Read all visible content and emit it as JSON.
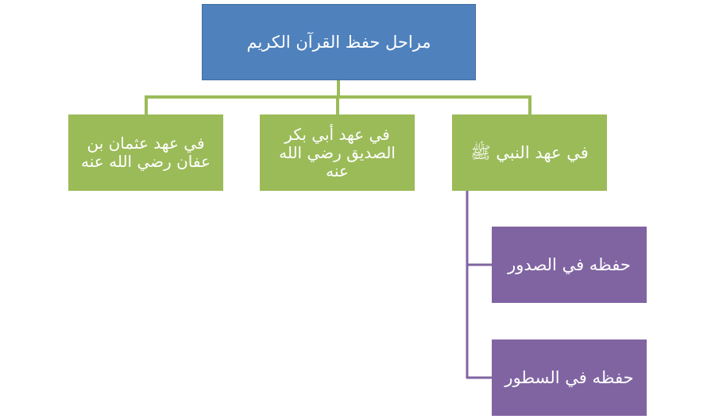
{
  "diagram": {
    "root": {
      "label": "مراحل حفظ القرآن الكريم",
      "color": "#4f81bd"
    },
    "stages": [
      {
        "label": "في عهد النبي ﷺ",
        "color": "#9bbb59"
      },
      {
        "label": "في عهد أبي بكر الصديق رضي الله عنه",
        "color": "#9bbb59"
      },
      {
        "label": "في عهد عثمان بن عفان رضي الله عنه",
        "color": "#9bbb59"
      }
    ],
    "prophet_stage_children": [
      {
        "label": "حفظه في الصدور",
        "color": "#8064a2"
      },
      {
        "label": "حفظه في السطور",
        "color": "#8064a2"
      }
    ],
    "connector_colors": {
      "level1": "#9bbb59",
      "level2": "#8064a2"
    }
  }
}
